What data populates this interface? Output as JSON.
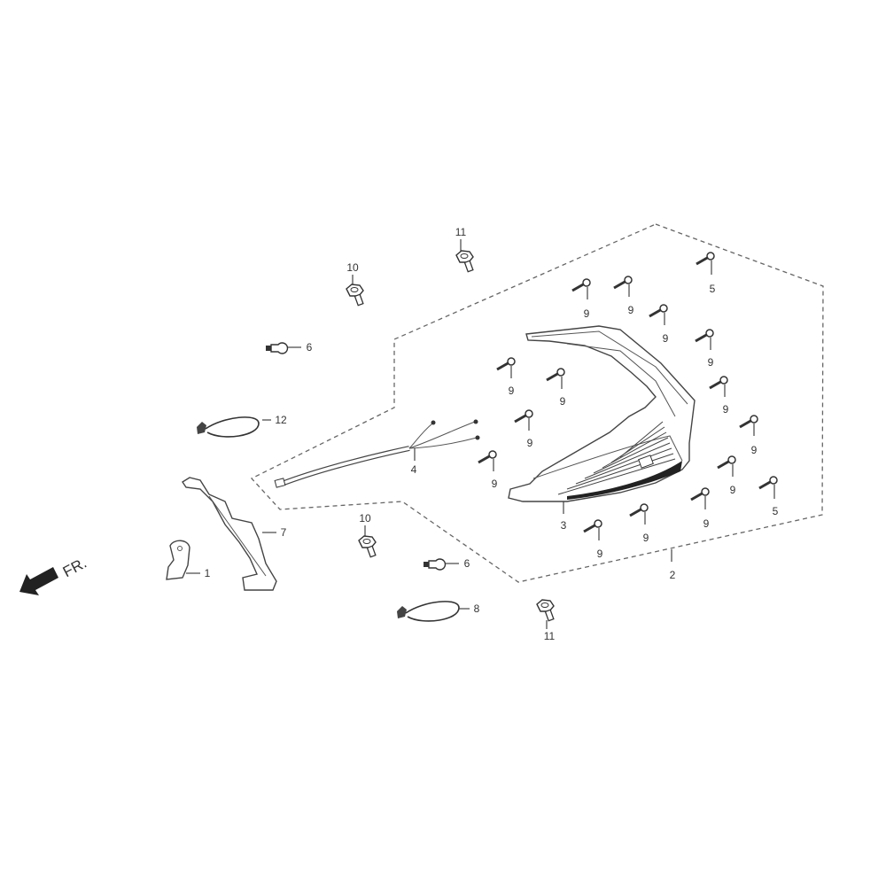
{
  "diagram": {
    "direction_marker": {
      "label": "FR.",
      "icon": "arrow-front-icon"
    },
    "parts": {
      "p1": "1",
      "p2": "2",
      "p3": "3",
      "p4": "4",
      "p5": "5",
      "p6": "6",
      "p7": "7",
      "p8": "8",
      "p9": "9",
      "p10": "10",
      "p11": "11",
      "p12": "12"
    }
  },
  "colors": {
    "line": "#444444",
    "background": "#ffffff"
  }
}
